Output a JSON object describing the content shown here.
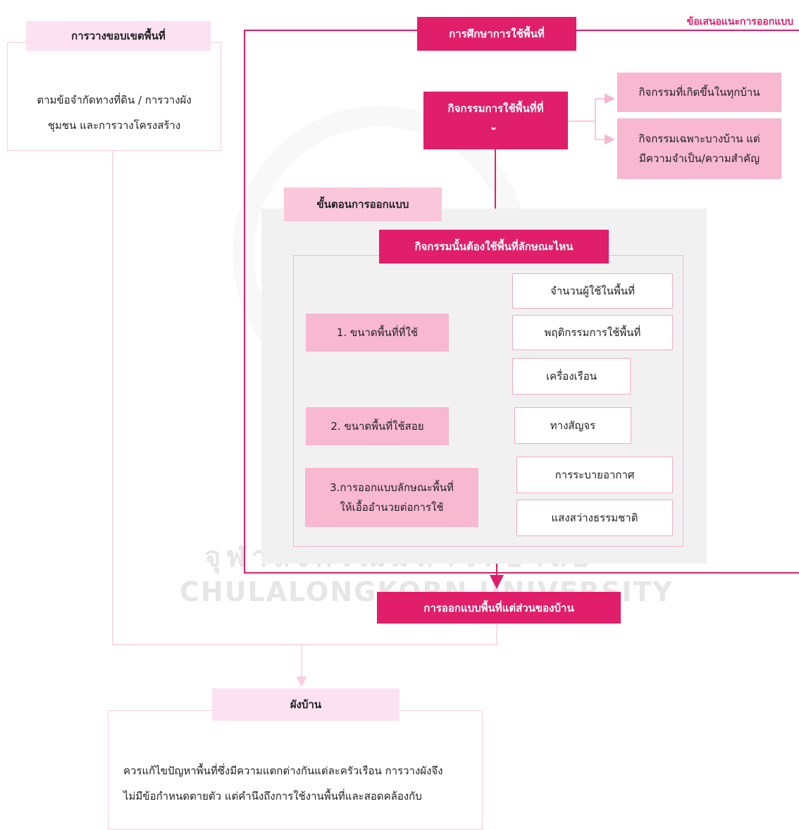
{
  "top_right_label": "ข้อเสนอแนะการออกแบบ",
  "boundary": {
    "title": "การวางขอบเขตพื้นที่",
    "body_line1": "ตามข้อจำกัดทางที่ดิน / การวางผัง",
    "body_line2": "ชุมชน และการวางโครงสร้าง"
  },
  "study": {
    "title": "การศึกษาการใช้พื้นที่",
    "activity_box": "กิจกรรมการใช้พื้นที่ที่",
    "activity_box_tail": "ั",
    "right_1": "กิจกรรมที่เกิดขึ้นในทุกบ้าน",
    "right_2_line1": "กิจกรรมเฉพาะบางบ้าน แต่",
    "right_2_line2": "มีความจำเป็น/ความสำคัญ"
  },
  "design_steps": {
    "label": "ขั้นตอนการออกแบบ",
    "header": "กิจกรรมนั้นต้องใช้พื้นที่ลักษณะไหน",
    "item1": "1. ขนาดพื้นที่ที่ใช้",
    "item1_subs": [
      "จำนวนผู้ใช้ในพื้นที่",
      "พฤติกรรมการใช้พื้นที่",
      "เครื่องเรือน"
    ],
    "item2": "2. ขนาดพื้นที่ใช้สอย",
    "item2_sub": "ทางสัญจร",
    "item3_line1": "3.การออกแบบลักษณะพื้นที่",
    "item3_line2": "ให้เอื้ออำนวยต่อการใช้",
    "item3_subs": [
      "การระบายอากาศ",
      "แสงสว่างธรรมชาติ"
    ]
  },
  "result": "การออกแบบพื้นที่แต่ส่วนของบ้าน",
  "house_plan": {
    "title": "ผังบ้าน",
    "line1": "ควรแก้ไขปัญหาพื้นที่ซึ่งมีความแตกต่างกันแต่ละครัวเรือน การวางผังจึง",
    "line2": "ไม่มีข้อกำหนดตายตัว แต่คำนึงถึงการใช้งานพื้นที่และสอดคล้องกับ"
  },
  "watermark": {
    "thai": "จุฬาลงกรณ์มหาวิทยาลัย",
    "english": "CHULALONGKORN UNIVERSITY"
  },
  "colors": {
    "magenta": "#e01e6a",
    "pink": "#f7b8d0",
    "light_pink": "#fbe1f2",
    "line_pink": "#f6b7d1",
    "grey": "#f1f1f1"
  }
}
